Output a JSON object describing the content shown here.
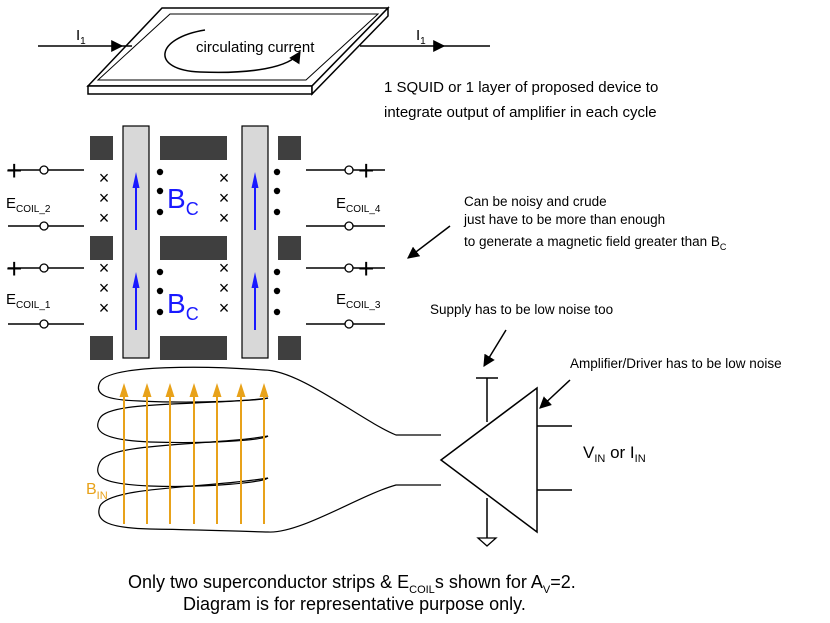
{
  "colors": {
    "field_arrow": "#1a1aff",
    "bin_arrow": "#e8a21a",
    "coil_block": "#3f3f3f",
    "strip_fill": "#d8d8d8"
  },
  "squid": {
    "current_in_label": "I",
    "current_in_sub": "1",
    "current_out_label": "I",
    "current_out_sub": "1",
    "circulating_label": "circulating current"
  },
  "squid_note": {
    "line1": "1 SQUID or 1 layer of proposed device to",
    "line2": "integrate output of amplifier in each cycle"
  },
  "coils": {
    "ecoil2": {
      "main": "E",
      "sub": "COIL_2"
    },
    "ecoil1": {
      "main": "E",
      "sub": "COIL_1"
    },
    "ecoil4": {
      "main": "E",
      "sub": "COIL_4"
    },
    "ecoil3": {
      "main": "E",
      "sub": "COIL_3"
    },
    "plus": "+",
    "cross": "×"
  },
  "field": {
    "bc_main": "B",
    "bc_sub": "C",
    "bin_main": "B",
    "bin_sub": "IN"
  },
  "coil_note": {
    "line1": "Can be noisy and crude",
    "line2": "just have to be more than enough",
    "line3_main": "to generate a magnetic field greater than B",
    "line3_sub": "C"
  },
  "supply_note": "Supply has to be low noise too",
  "amp_note": "Amplifier/Driver has to be low noise",
  "input": {
    "v_main": "V",
    "v_sub": "IN",
    "or": " or I",
    "i_sub": "IN"
  },
  "caption": {
    "line1_a": "Only two superconductor strips & E",
    "line1_sub1": "COIL",
    "line1_b": "s shown for A",
    "line1_sub2": "V",
    "line1_c": "=2.",
    "line2": "Diagram is for representative purpose only."
  }
}
